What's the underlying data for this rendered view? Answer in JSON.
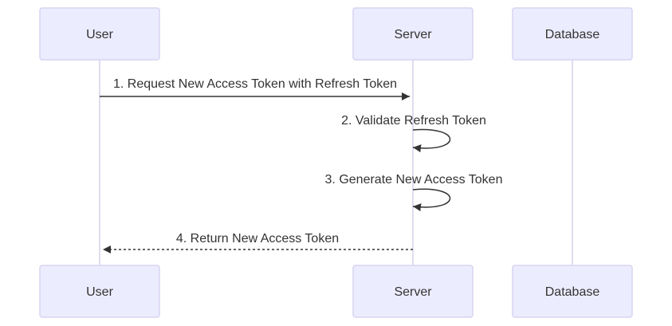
{
  "participants": [
    {
      "label": "User"
    },
    {
      "label": "Server"
    },
    {
      "label": "Database"
    }
  ],
  "messages": [
    {
      "label": "1. Request New Access Token with Refresh Token",
      "from": "User",
      "to": "Server",
      "style": "solid"
    },
    {
      "label": "2. Validate Refresh Token",
      "from": "Server",
      "to": "Server",
      "style": "solid"
    },
    {
      "label": "3. Generate New Access Token",
      "from": "Server",
      "to": "Server",
      "style": "solid"
    },
    {
      "label": "4. Return New Access Token",
      "from": "Server",
      "to": "User",
      "style": "dashed"
    }
  ],
  "colors": {
    "actor_fill": "#ECECFF",
    "actor_border": "#D8D3F0",
    "lifeline": "#D6D1EE",
    "line": "#333333",
    "text": "#333333"
  }
}
